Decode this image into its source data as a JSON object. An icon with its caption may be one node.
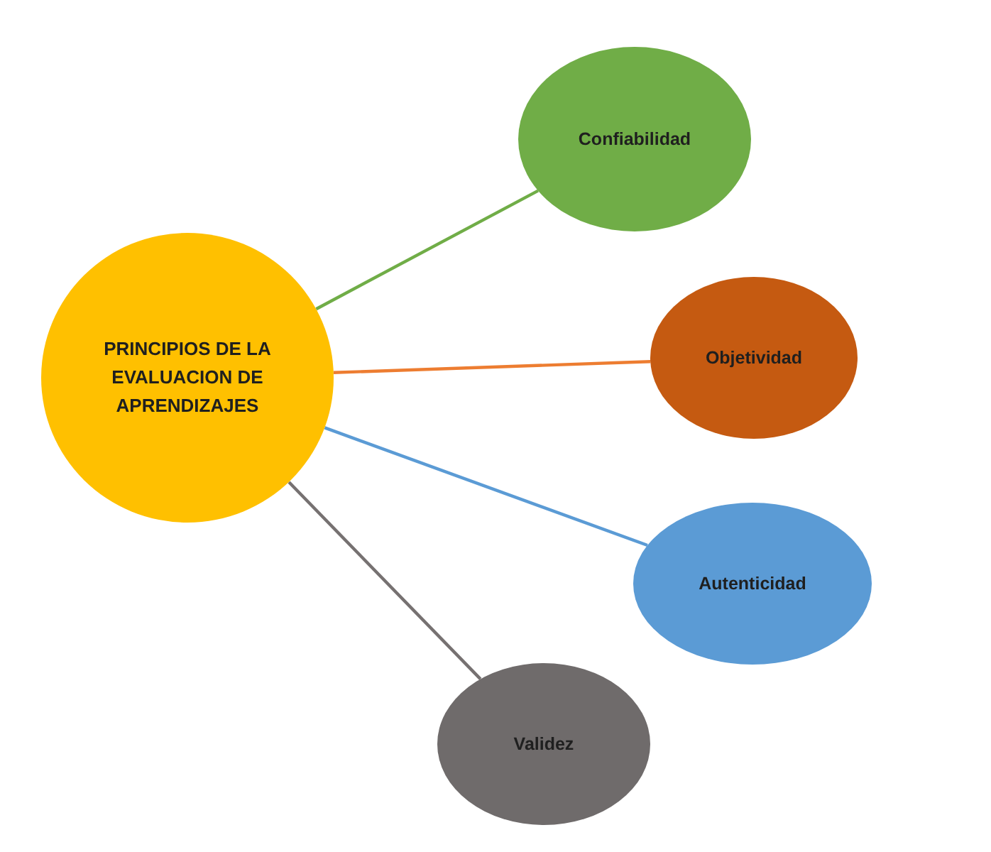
{
  "diagram": {
    "nodes": [
      {
        "text": [
          "PRINCIPIOS DE LA EVALUACION DE APRENDIZAJES"
        ]
      },
      {
        "text": [
          "Confiabilidad"
        ]
      },
      {
        "text": [
          "Objetividad"
        ]
      },
      {
        "text": [
          "Autenticidad"
        ]
      },
      {
        "text": [
          "Validez"
        ]
      }
    ],
    "edges": [
      {
        "from": 0,
        "to": 1,
        "arrow": "none",
        "color": "#70ad47"
      },
      {
        "from": 0,
        "to": 2,
        "arrow": "none",
        "color": "#ed7d31"
      },
      {
        "from": 0,
        "to": 3,
        "arrow": "none",
        "color": "#5b9bd5"
      },
      {
        "from": 0,
        "to": 4,
        "arrow": "none",
        "color": "#767171"
      }
    ]
  }
}
